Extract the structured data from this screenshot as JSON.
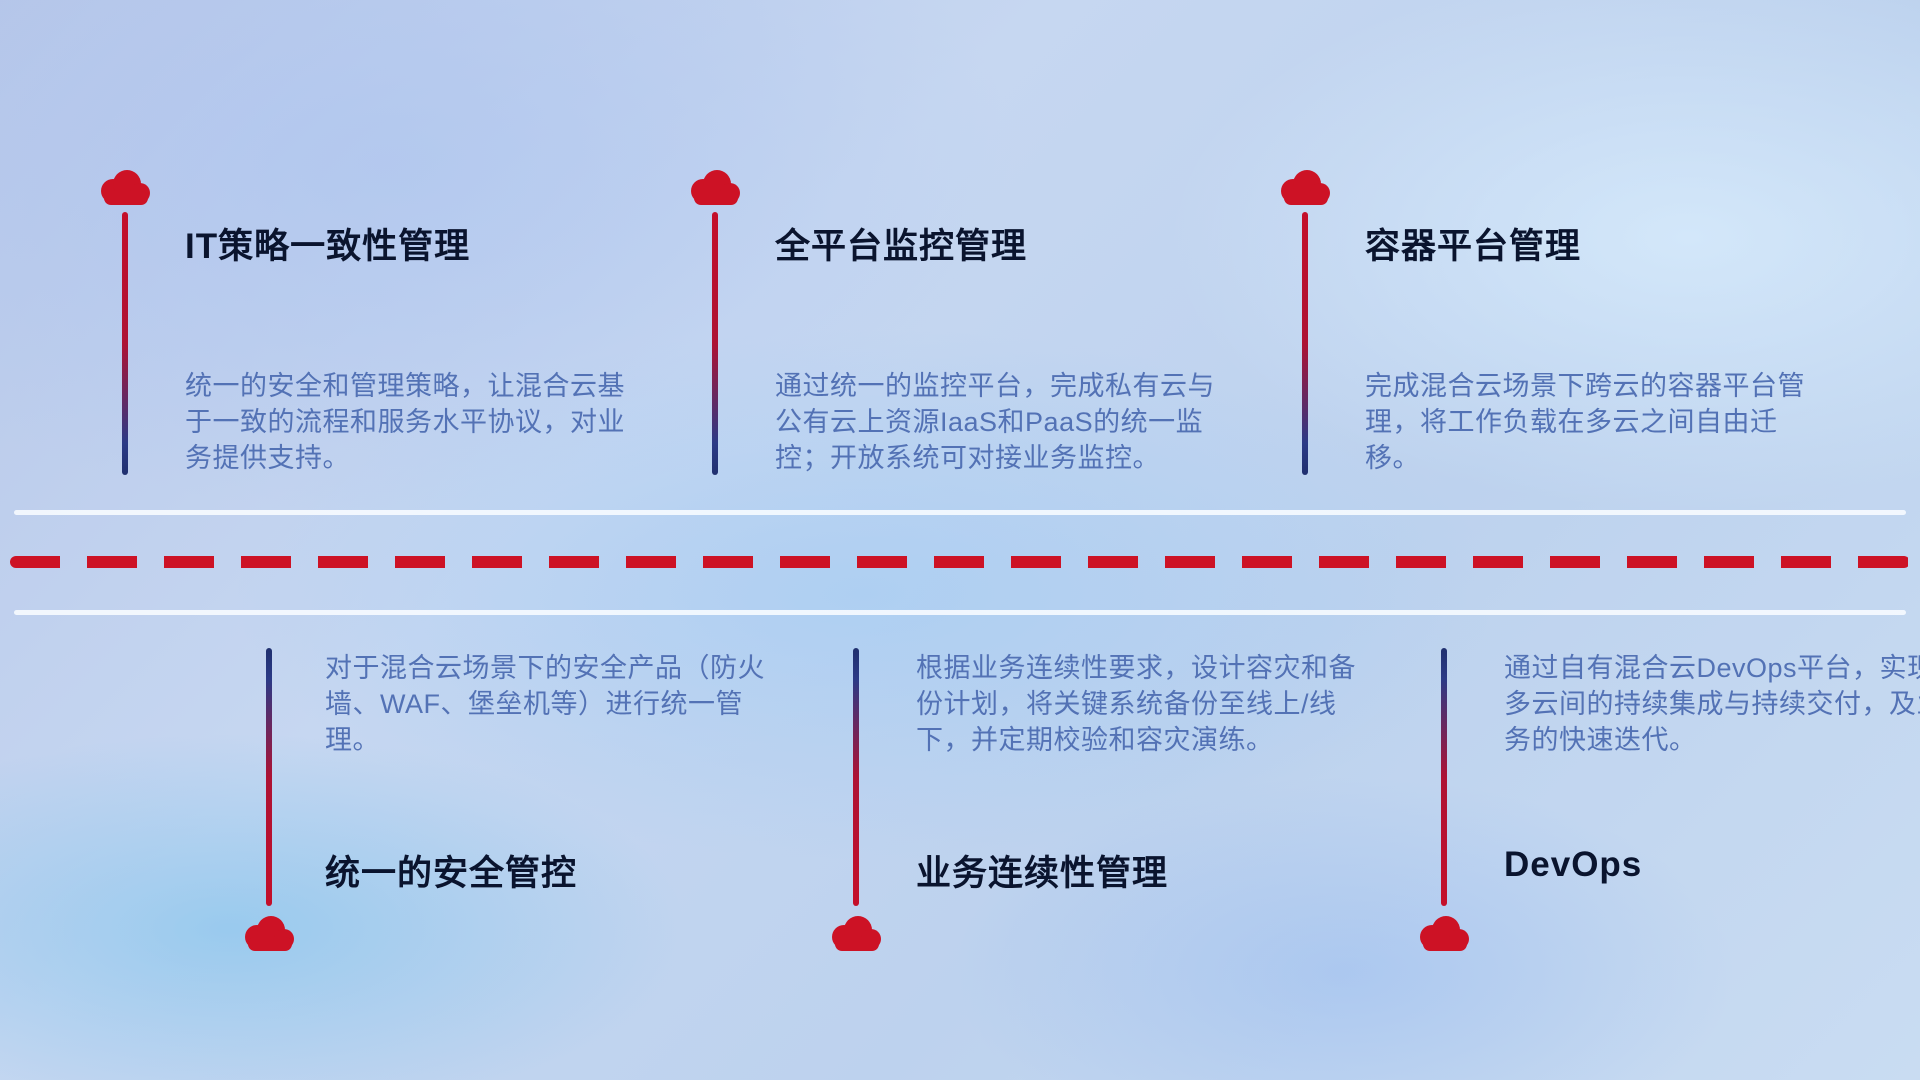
{
  "colors": {
    "accent_red": "#cd1225",
    "line_blue": "#20306f",
    "title_color": "#0a142e",
    "description_color": "#5372b5"
  },
  "divider": {
    "style": "one red dashed rule between two solid light rules"
  },
  "top_items": [
    {
      "icon": "cloud-icon",
      "title": "IT策略一致性管理",
      "description": "统一的安全和管理策略，让混合云基于一致的流程和服务水平协议，对业务提供支持。"
    },
    {
      "icon": "cloud-icon",
      "title": "全平台监控管理",
      "description": "通过统一的监控平台，完成私有云与公有云上资源IaaS和PaaS的统一监控；开放系统可对接业务监控。"
    },
    {
      "icon": "cloud-icon",
      "title": "容器平台管理",
      "description": "完成混合云场景下跨云的容器平台管理，将工作负载在多云之间自由迁移。"
    }
  ],
  "bottom_items": [
    {
      "icon": "cloud-icon",
      "title": "统一的安全管控",
      "description": "对于混合云场景下的安全产品（防火墙、WAF、堡垒机等）进行统一管理。"
    },
    {
      "icon": "cloud-icon",
      "title": "业务连续性管理",
      "description": "根据业务连续性要求，设计容灾和备份计划，将关键系统备份至线上/线下，并定期校验和容灾演练。"
    },
    {
      "icon": "cloud-icon",
      "title": "DevOps",
      "description": "通过自有混合云DevOps平台，实现多云间的持续集成与持续交付，及业务的快速迭代。"
    }
  ]
}
